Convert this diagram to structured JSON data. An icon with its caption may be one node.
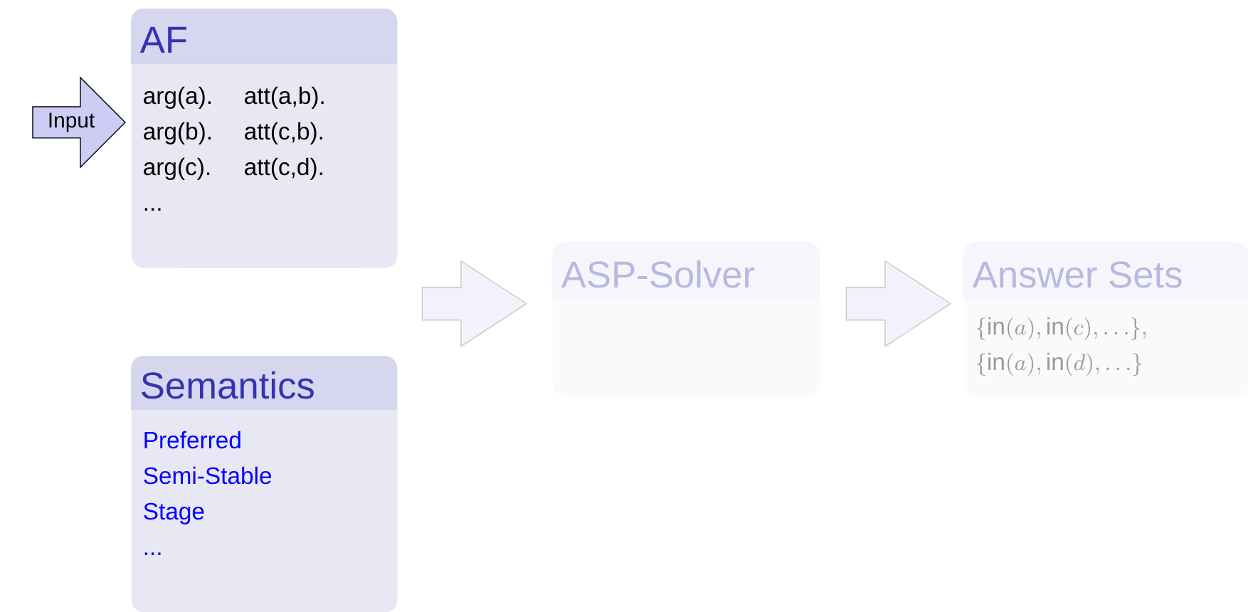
{
  "diagram": {
    "nodes": [
      {
        "text": [
          "Input"
        ]
      },
      {
        "text": [
          "AF",
          "arg(a).",
          "att(a,b).",
          "arg(b).",
          "att(c,b).",
          "arg(c).",
          "att(c,d).",
          "..."
        ]
      },
      {
        "text": [
          "Semantics",
          "Preferred",
          "Semi-Stable",
          "Stage",
          "..."
        ]
      },
      {
        "text": [
          "ASP-Solver"
        ]
      },
      {
        "text": [
          "Answer Sets",
          "\\{\\mathrm{in}(a), \\mathrm{in}(c), \\ldots\\},",
          "\\{\\mathrm{in}(a), \\mathrm{in}(d), \\ldots\\}"
        ]
      }
    ],
    "edges": [
      {
        "from": 1,
        "to": 3,
        "arrow": "to"
      },
      {
        "from": 2,
        "to": 3,
        "arrow": "to"
      },
      {
        "from": 3,
        "to": 4,
        "arrow": "to"
      }
    ]
  }
}
